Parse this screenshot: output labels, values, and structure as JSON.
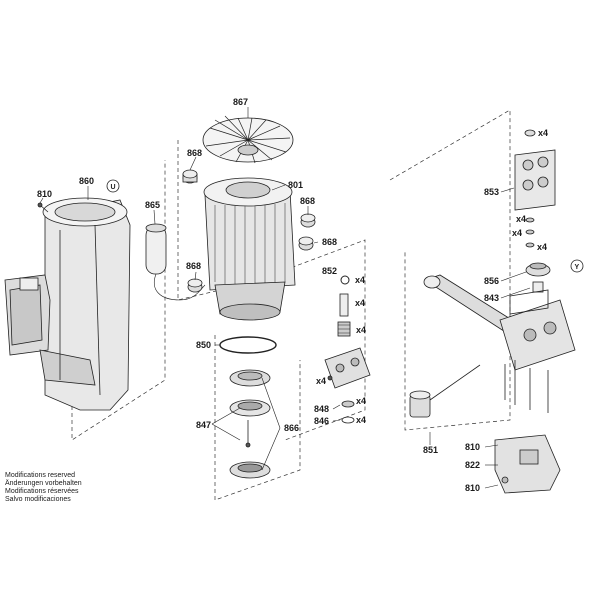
{
  "part_numbers": {
    "p867": "867",
    "p868a": "868",
    "p801": "801",
    "p868b": "868",
    "p868c": "868",
    "p868d": "868",
    "p865": "865",
    "p810a": "810",
    "p860": "860",
    "p850": "850",
    "p847": "847",
    "p866": "866",
    "p852": "852",
    "p848": "848",
    "p846": "846",
    "p853": "853",
    "p856": "856",
    "p843": "843",
    "p851": "851",
    "p810b": "810",
    "p822": "822",
    "p810c": "810"
  },
  "quantities": {
    "q853": "x4",
    "q853a": "x4",
    "q853b": "x4",
    "q853c": "x4",
    "q852a": "x4",
    "q852b": "x4",
    "q852c": "x4",
    "q852d": "x4",
    "q848": "x4",
    "q846": "x4"
  },
  "symbols": {
    "u": "U",
    "y": "Y"
  },
  "notes": [
    "Modifications reserved",
    "Änderungen vorbehalten",
    "Modifications réservées",
    "Salvo modificaciones"
  ]
}
